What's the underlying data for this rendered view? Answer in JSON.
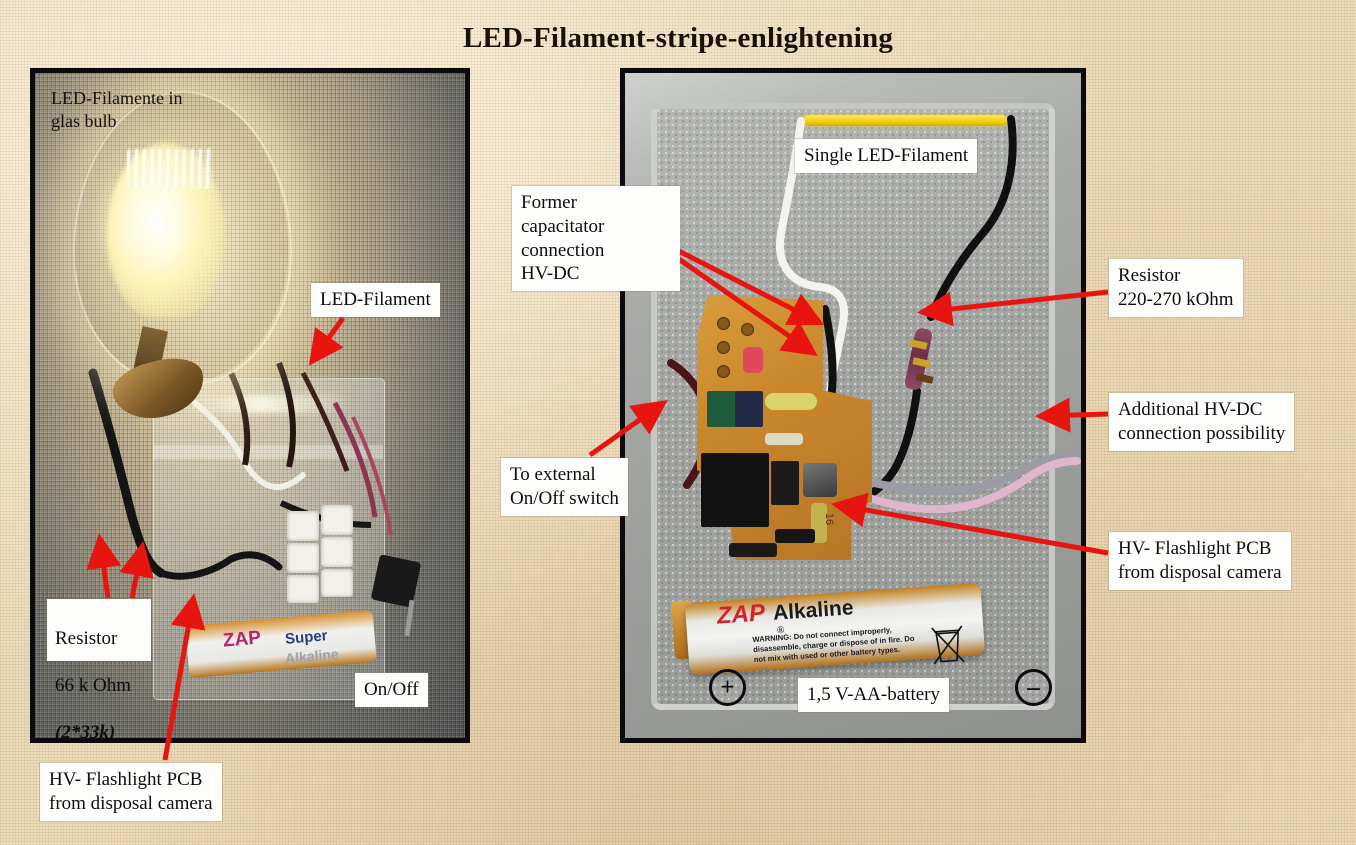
{
  "page": {
    "title": "LED-Filament-stripe-enlightening",
    "background_color": "#e8d6b2",
    "arrow_color": "#e8140f",
    "label_bg": "#fdfdfb",
    "text_color": "#0d0d0d"
  },
  "left_photo": {
    "name": "led-filaments-in-glass-bulb-photo",
    "labels": {
      "bulb_caption": "LED-Filamente in\nglas bulb",
      "led_filament": "LED-Filament",
      "resistor_line1": "Resistor",
      "resistor_line2": "66 k Ohm",
      "resistor_line3": "(2*33k)",
      "on_off": "On/Off",
      "hv_pcb": "HV- Flashlight PCB\nfrom disposal camera"
    },
    "battery_text": {
      "brand": "ZAP",
      "line1": "Super",
      "line2": "Alkaline"
    }
  },
  "right_photo": {
    "name": "led-filament-test-rig-photo",
    "labels": {
      "former_capacitator": "Former\ncapacitator\nconnection\nHV-DC",
      "single_led_filament": "Single LED-Filament",
      "resistor": "Resistor\n220-270 kOhm",
      "additional_hvdc": "Additional HV-DC\nconnection possibility",
      "hv_pcb": "HV- Flashlight PCB\nfrom disposal camera",
      "to_external_switch": "To external\nOn/Off switch",
      "battery": "1,5 V-AA-battery",
      "plus": "+",
      "minus": "–"
    },
    "battery_text": {
      "brand": "ZAP",
      "type": "Alkaline",
      "registered": "®",
      "warning": "WARNING: Do not connect improperly, disassemble, charge or dispose of in fire. Do not mix with used or other battery types."
    },
    "pcb_silkscreen": "16"
  }
}
